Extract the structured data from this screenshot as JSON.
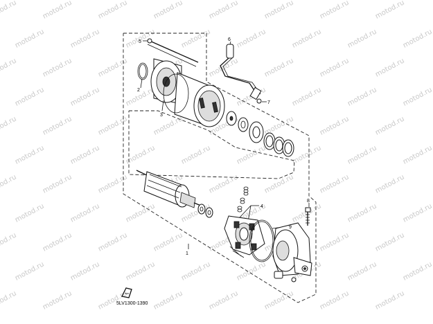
{
  "watermark": {
    "text": "motod.ru"
  },
  "callouts": [
    "5",
    "2",
    "3",
    "6",
    "7",
    "4",
    "8",
    "9",
    "1"
  ],
  "drawing_code": "5LV1300-1390"
}
